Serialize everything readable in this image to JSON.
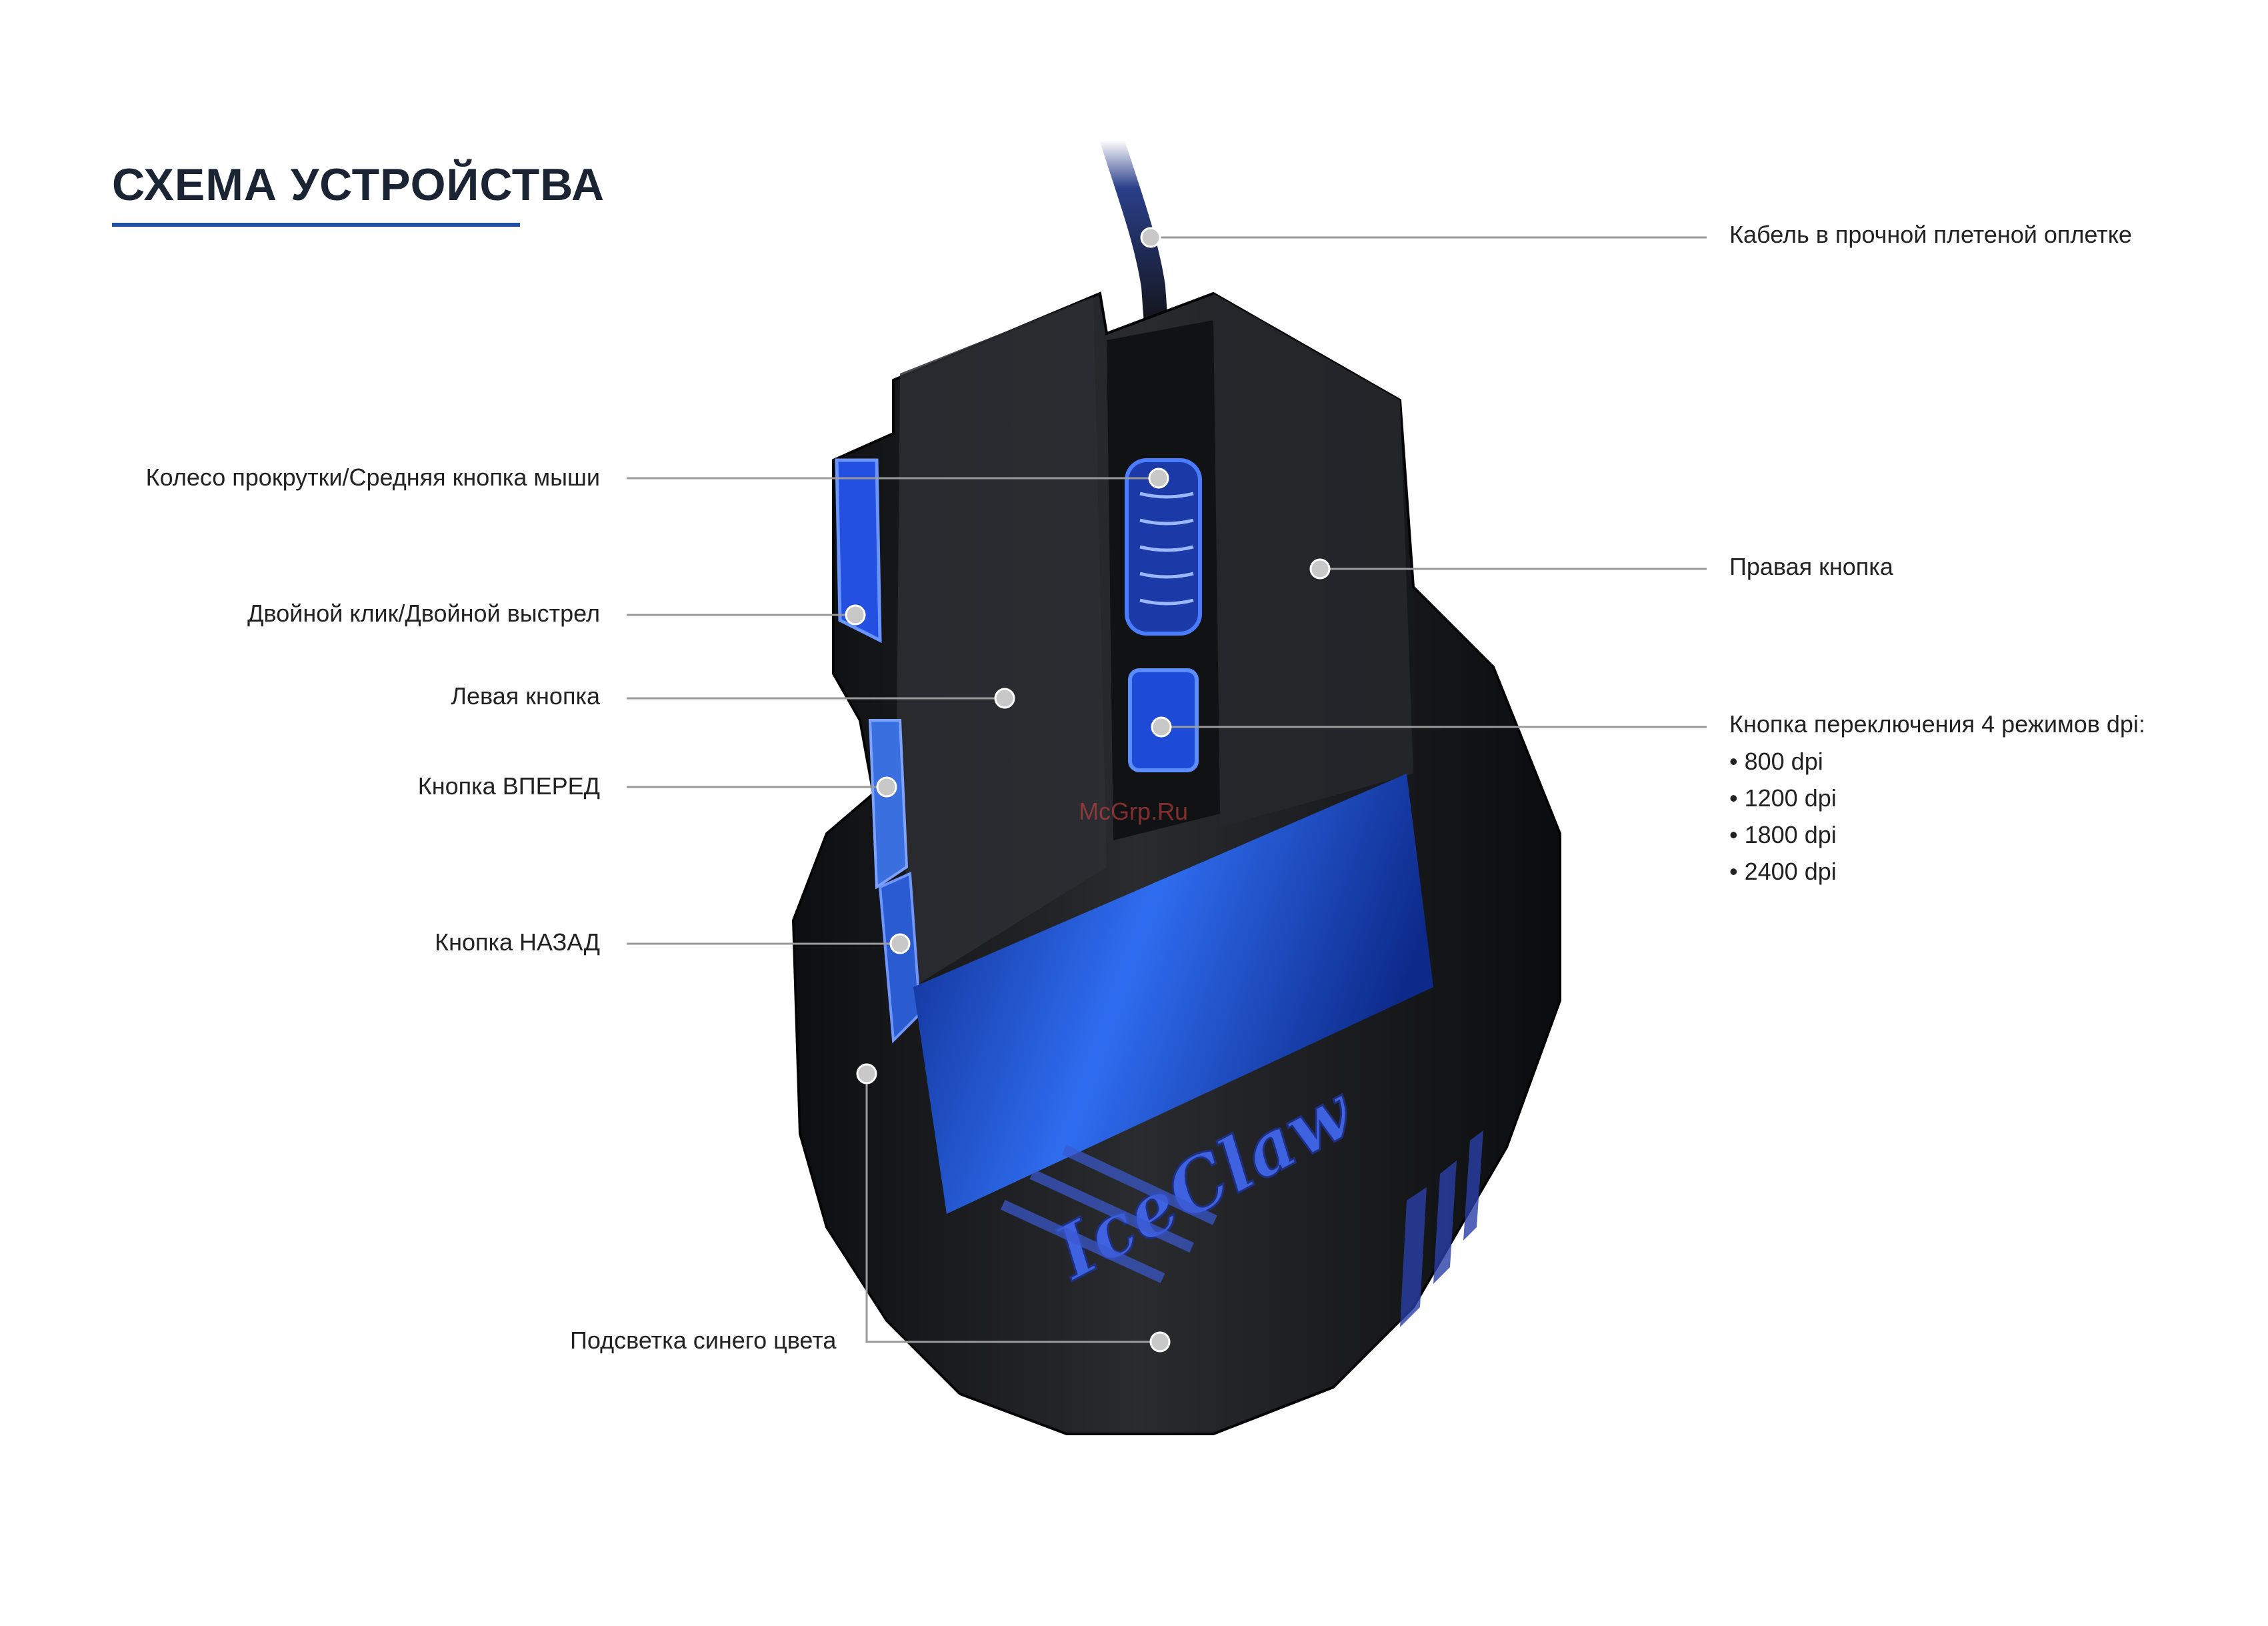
{
  "title": "СХЕМА УСТРОЙСТВА",
  "watermark": "McGrp.Ru",
  "labels": {
    "cable": "Кабель в прочной плетеной оплетке",
    "scroll_wheel": "Колесо прокрутки/Средняя кнопка мыши",
    "right_button": "Правая кнопка",
    "double_click": "Двойной клик/Двойной выстрел",
    "left_button": "Левая кнопка",
    "dpi_button": "Кнопка переключения 4 режимов dpi:",
    "forward_button": "Кнопка ВПЕРЕД",
    "back_button": "Кнопка НАЗАД",
    "backlight": "Подсветка синего цвета"
  },
  "dpi_modes": [
    "800 dpi",
    "1200 dpi",
    "1800 dpi",
    "2400 dpi"
  ],
  "logo_text": "IceClaw",
  "colors": {
    "accent_blue": "#1f4fa0",
    "mouse_body": "#1b1c1f",
    "backlight_blue": "#2a55d8",
    "leader_line": "#9a9a9a"
  }
}
